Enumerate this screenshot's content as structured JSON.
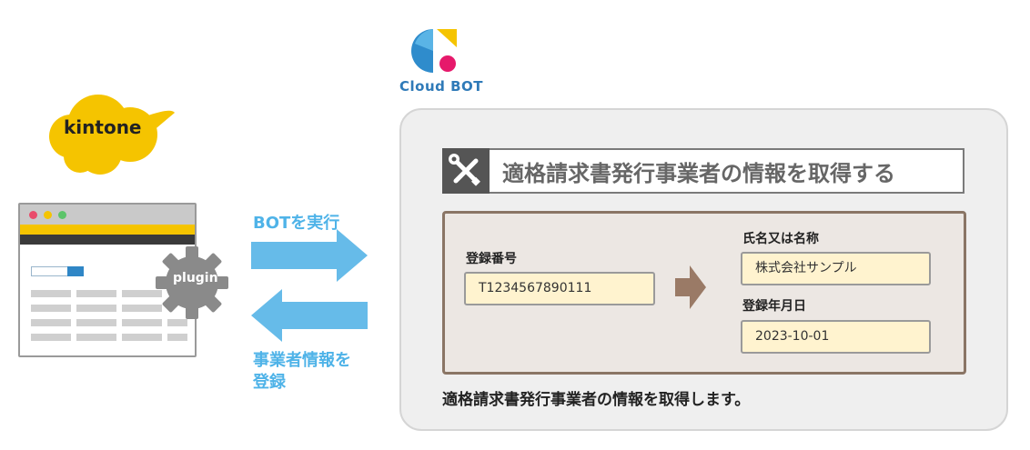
{
  "kintone": {
    "logo_text": "kintone",
    "plugin_label": "plugin"
  },
  "arrows": {
    "run_label": "BOTを実行",
    "register_label": "事業者情報を\n登録"
  },
  "cloudbot": {
    "logo_text": "Cloud BOT"
  },
  "panel": {
    "title": "適格請求書発行事業者の情報を取得する",
    "fields": {
      "registration_number_label": "登録番号",
      "registration_number_value": "T1234567890111",
      "name_label": "氏名又は名称",
      "name_value": "株式会社サンプル",
      "registration_date_label": "登録年月日",
      "registration_date_value": "2023-10-01"
    },
    "caption": "適格請求書発行事業者の情報を取得します。"
  },
  "colors": {
    "accent_blue": "#66bbe9",
    "kintone_yellow": "#f5c400",
    "field_bg": "#fff3cf",
    "form_border": "#8a7565"
  }
}
